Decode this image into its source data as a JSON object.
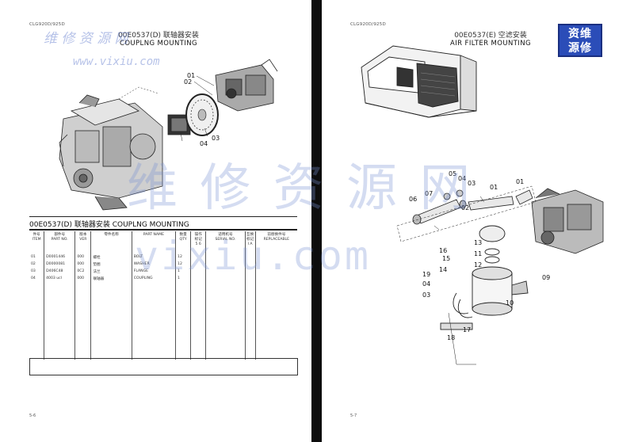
{
  "watermark": {
    "cn_small": "维 修 资 源 网",
    "url_small": "www.vixiu.com",
    "cn_large": "维 修 资 源 网",
    "url_large": "vixiu.com",
    "logo_top": "资维",
    "logo_bottom": "源修",
    "color": "#5a78c8"
  },
  "left_page": {
    "header_code": "CLG920D/925D",
    "title_code": "00E0537(D) 联轴器安装",
    "title_en": "COUPLNG MOUNTING",
    "callouts": [
      "01",
      "02",
      "03",
      "04"
    ],
    "caption": "00E0537(D)   联轴器安装   COUPLNG MOUNTING",
    "table_headers": [
      "件号\nITEM",
      "部件号\nPART NO.",
      "版本\nVER",
      "零件名称",
      "PART NAME",
      "数量\nQTY",
      "操作\n标记\n5 6",
      "适用机号\nSERIAL NO.",
      "互换\n标记\nI A",
      "前替换件号\nREPLACEABLE"
    ],
    "rows": [
      [
        "01",
        "D0001446",
        "000",
        "螺栓",
        "BOLT",
        "12",
        "",
        "",
        "",
        ""
      ],
      [
        "02",
        "D0000081",
        "000",
        "垫圈",
        "WASHER",
        "12",
        "",
        "",
        "",
        ""
      ],
      [
        "03",
        "D406C48",
        "0C2",
        "法兰",
        "FLANGE",
        "1",
        "",
        "",
        "",
        ""
      ],
      [
        "04",
        "4003 ucl",
        "000",
        "联轴器",
        "COUPLING",
        "1",
        "",
        "",
        "",
        ""
      ]
    ],
    "page_number": "5-6"
  },
  "right_page": {
    "header_code": "CLG920D/925D",
    "title_code": "00E0537(E)  空滤安装",
    "title_en": "AIR FILTER MOUNTING",
    "callouts": [
      "05",
      "04",
      "03",
      "01",
      "01",
      "06",
      "07",
      "02",
      "13",
      "15",
      "16",
      "11",
      "12",
      "14",
      "19",
      "04",
      "03",
      "09",
      "10",
      "17",
      "18"
    ],
    "page_number": "5-7"
  }
}
